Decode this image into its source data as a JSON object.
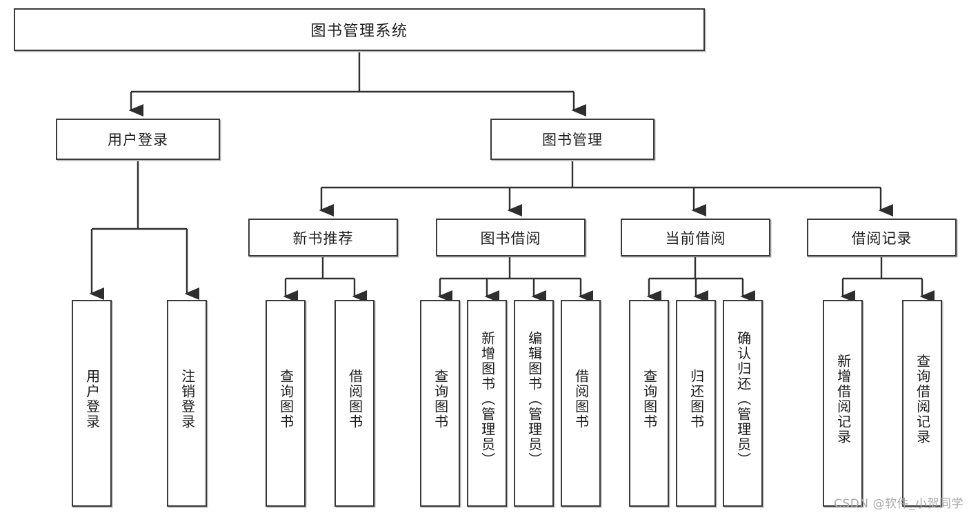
{
  "diagram": {
    "title": "图书管理系统",
    "watermark": "CSDN @软件_小贺同学",
    "stroke_color": "#3a3a3a",
    "text_color": "#1b1b1b",
    "background_color": "#ffffff",
    "watermark_color": "#a8a8a8"
  },
  "nodes": {
    "root": {
      "label": "图书管理系统"
    },
    "level1": [
      {
        "label": "用户登录"
      },
      {
        "label": "图书管理"
      }
    ],
    "level2": [
      {
        "label": "新书推荐"
      },
      {
        "label": "图书借阅"
      },
      {
        "label": "当前借阅"
      },
      {
        "label": "借阅记录"
      }
    ],
    "leaves": {
      "user_login": [
        {
          "label": "用户登录"
        },
        {
          "label": "注销登录"
        }
      ],
      "new_book": [
        {
          "label": "查询图书"
        },
        {
          "label": "借阅图书"
        }
      ],
      "book_borrow": [
        {
          "label": "查询图书"
        },
        {
          "label": "新增图书（管理员）"
        },
        {
          "label": "编辑图书（管理员）"
        },
        {
          "label": "借阅图书"
        }
      ],
      "current_borrow": [
        {
          "label": "查询图书"
        },
        {
          "label": "归还图书"
        },
        {
          "label": "确认归还（管理员）"
        }
      ],
      "borrow_record": [
        {
          "label": "新增借阅记录"
        },
        {
          "label": "查询借阅记录"
        }
      ]
    }
  }
}
